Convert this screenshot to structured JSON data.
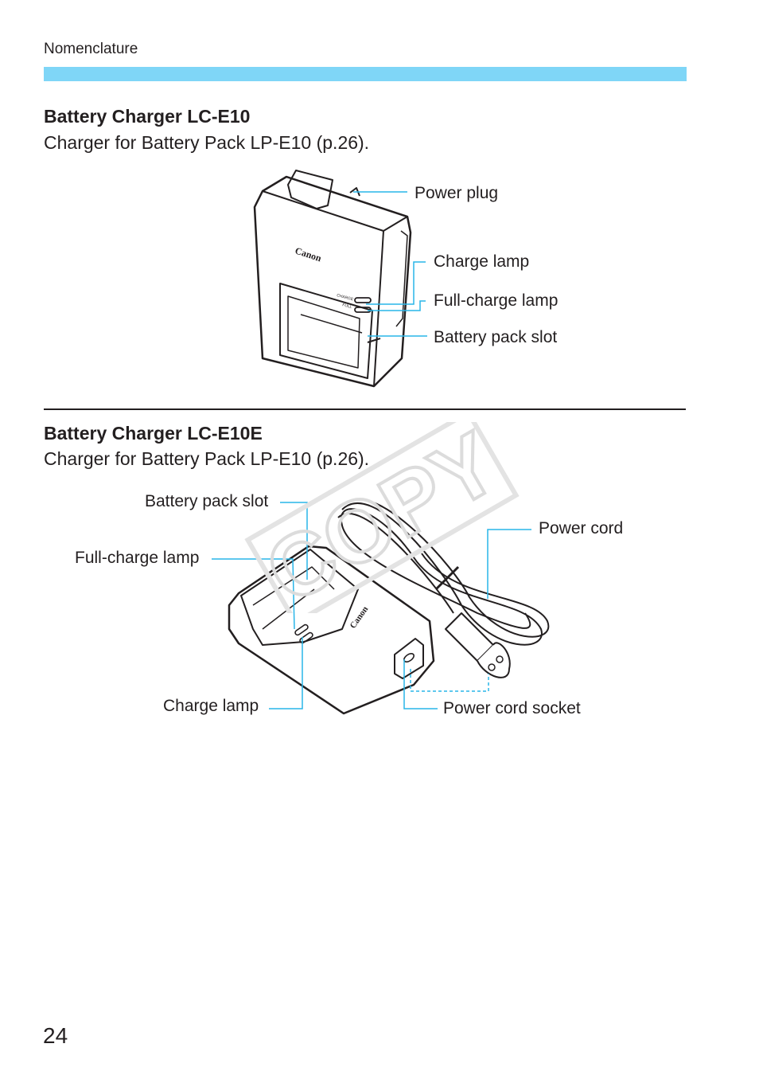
{
  "header": {
    "running_title": "Nomenclature",
    "bar_color": "#7fd6f7"
  },
  "section1": {
    "title": "Battery Charger LC-E10",
    "description": "Charger for Battery Pack LP-E10 (p.26).",
    "labels": {
      "power_plug": "Power plug",
      "charge_lamp": "Charge lamp",
      "full_charge_lamp": "Full-charge lamp",
      "battery_pack_slot": "Battery pack slot"
    },
    "device_brand": "Canon",
    "lamp_text_charge": "CHARGE",
    "lamp_text_full": "FULL"
  },
  "section2": {
    "title": "Battery Charger LC-E10E",
    "description": "Charger for Battery Pack LP-E10 (p.26).",
    "labels": {
      "battery_pack_slot": "Battery pack slot",
      "full_charge_lamp": "Full-charge lamp",
      "charge_lamp": "Charge lamp",
      "power_cord": "Power cord",
      "power_cord_socket": "Power cord socket"
    },
    "device_brand": "Canon"
  },
  "footer": {
    "page_number": "24"
  },
  "watermark": "COPY",
  "colors": {
    "leader_line": "#29b5e8",
    "text": "#231f20"
  }
}
